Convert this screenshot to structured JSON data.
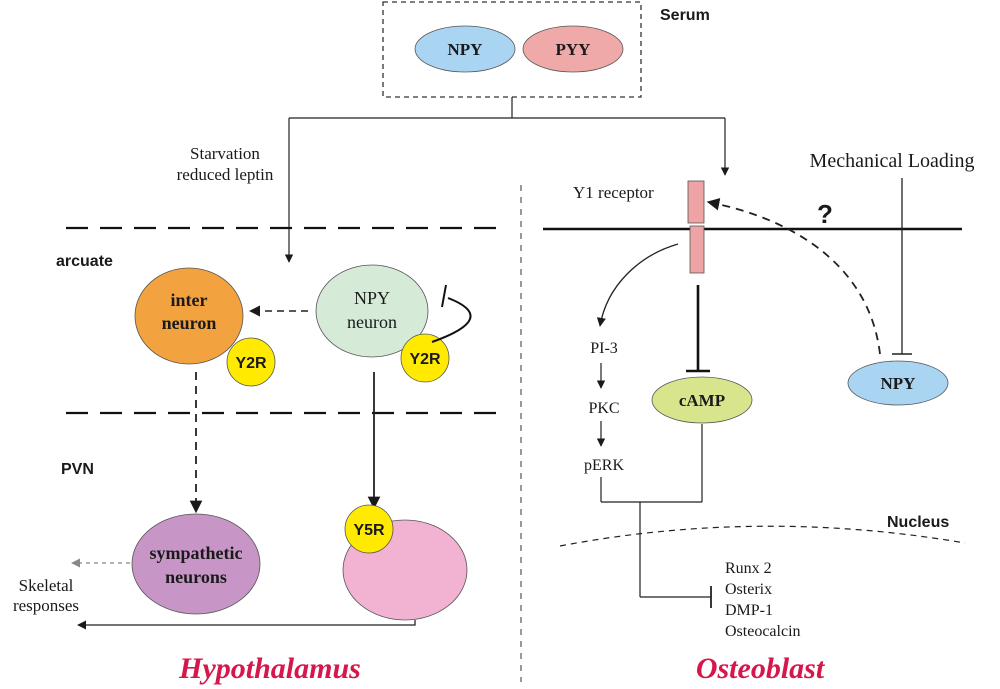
{
  "colors": {
    "npy_blue": "#a9d4f2",
    "pyy_pink": "#f0a9a9",
    "inter_orange": "#f2a23f",
    "npy_neuron_green": "#d6ead8",
    "receptor_yellow": "#ffea00",
    "sympathetic_purple": "#c795c6",
    "target_pink": "#f2b3d3",
    "camp_green": "#d9e58c",
    "y1_receptor_pink": "#eea4a4",
    "title_red": "#d6174b",
    "mechanical_blue": "#24248c",
    "question_red": "#e0141e"
  },
  "serum": {
    "label": "Serum",
    "npy": "NPY",
    "pyy": "PYY"
  },
  "hypothalamus": {
    "starvation_line1": "Starvation",
    "starvation_line2": "reduced leptin",
    "arcuate": "arcuate",
    "pvn": "PVN",
    "inter_neuron_line1": "inter",
    "inter_neuron_line2": "neuron",
    "npy_neuron_line1": "NPY",
    "npy_neuron_line2": "neuron",
    "y2r_inter": "Y2R",
    "y2r_npy": "Y2R",
    "y5r": "Y5R",
    "sympathetic_line1": "sympathetic",
    "sympathetic_line2": "neurons",
    "skeletal_line1": "Skeletal",
    "skeletal_line2": "responses",
    "title": "Hypothalamus"
  },
  "osteoblast": {
    "y1_receptor": "Y1 receptor",
    "mechanical_loading": "Mechanical Loading",
    "question_mark": "?",
    "pi3": "PI-3",
    "pkc": "PKC",
    "perk": "pERK",
    "camp": "cAMP",
    "npy": "NPY",
    "nucleus": "Nucleus",
    "genes": [
      "Runx 2",
      "Osterix",
      "DMP-1",
      "Osteocalcin"
    ],
    "title": "Osteoblast"
  }
}
